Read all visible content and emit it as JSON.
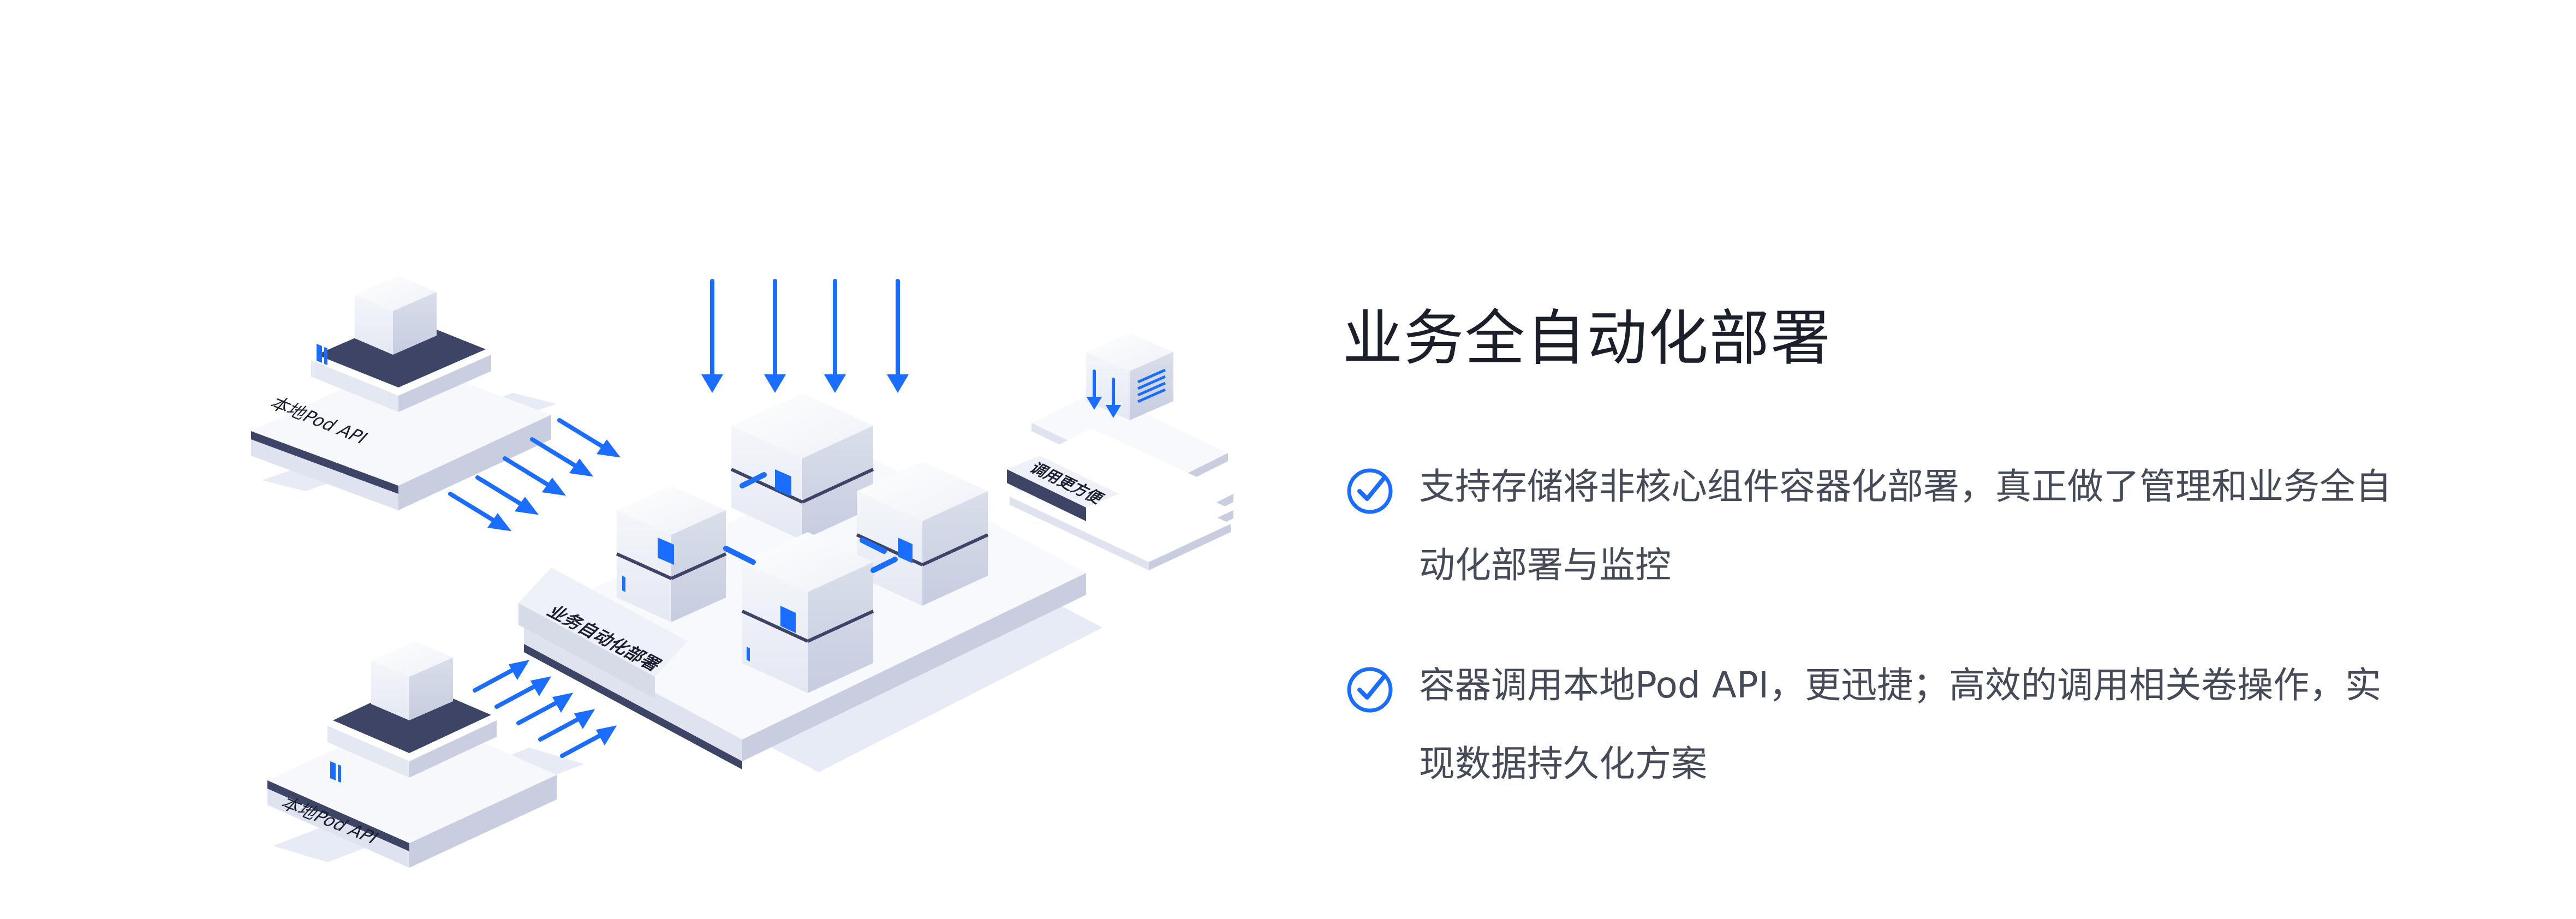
{
  "section": {
    "title": "业务全自动化部署",
    "features": [
      {
        "icon": "check-circle-icon",
        "text": "支持存储将非核心组件容器化部署，真正做了管理和业务全自动化部署与监控"
      },
      {
        "icon": "check-circle-icon",
        "text": "容器调用本地Pod API，更迅捷；高效的调用相关卷操作，实现数据持久化方案"
      }
    ]
  },
  "illustration": {
    "labels": {
      "local_pod_api_top": "本地Pod API",
      "local_pod_api_bottom": "本地Pod API",
      "center_platform": "业务自动化部署",
      "right_stack": "调用更方便"
    }
  },
  "colors": {
    "accent": "#1a6dff",
    "text": "#444a57",
    "title": "#1b1f2a",
    "dark_block": "#3d4466"
  }
}
